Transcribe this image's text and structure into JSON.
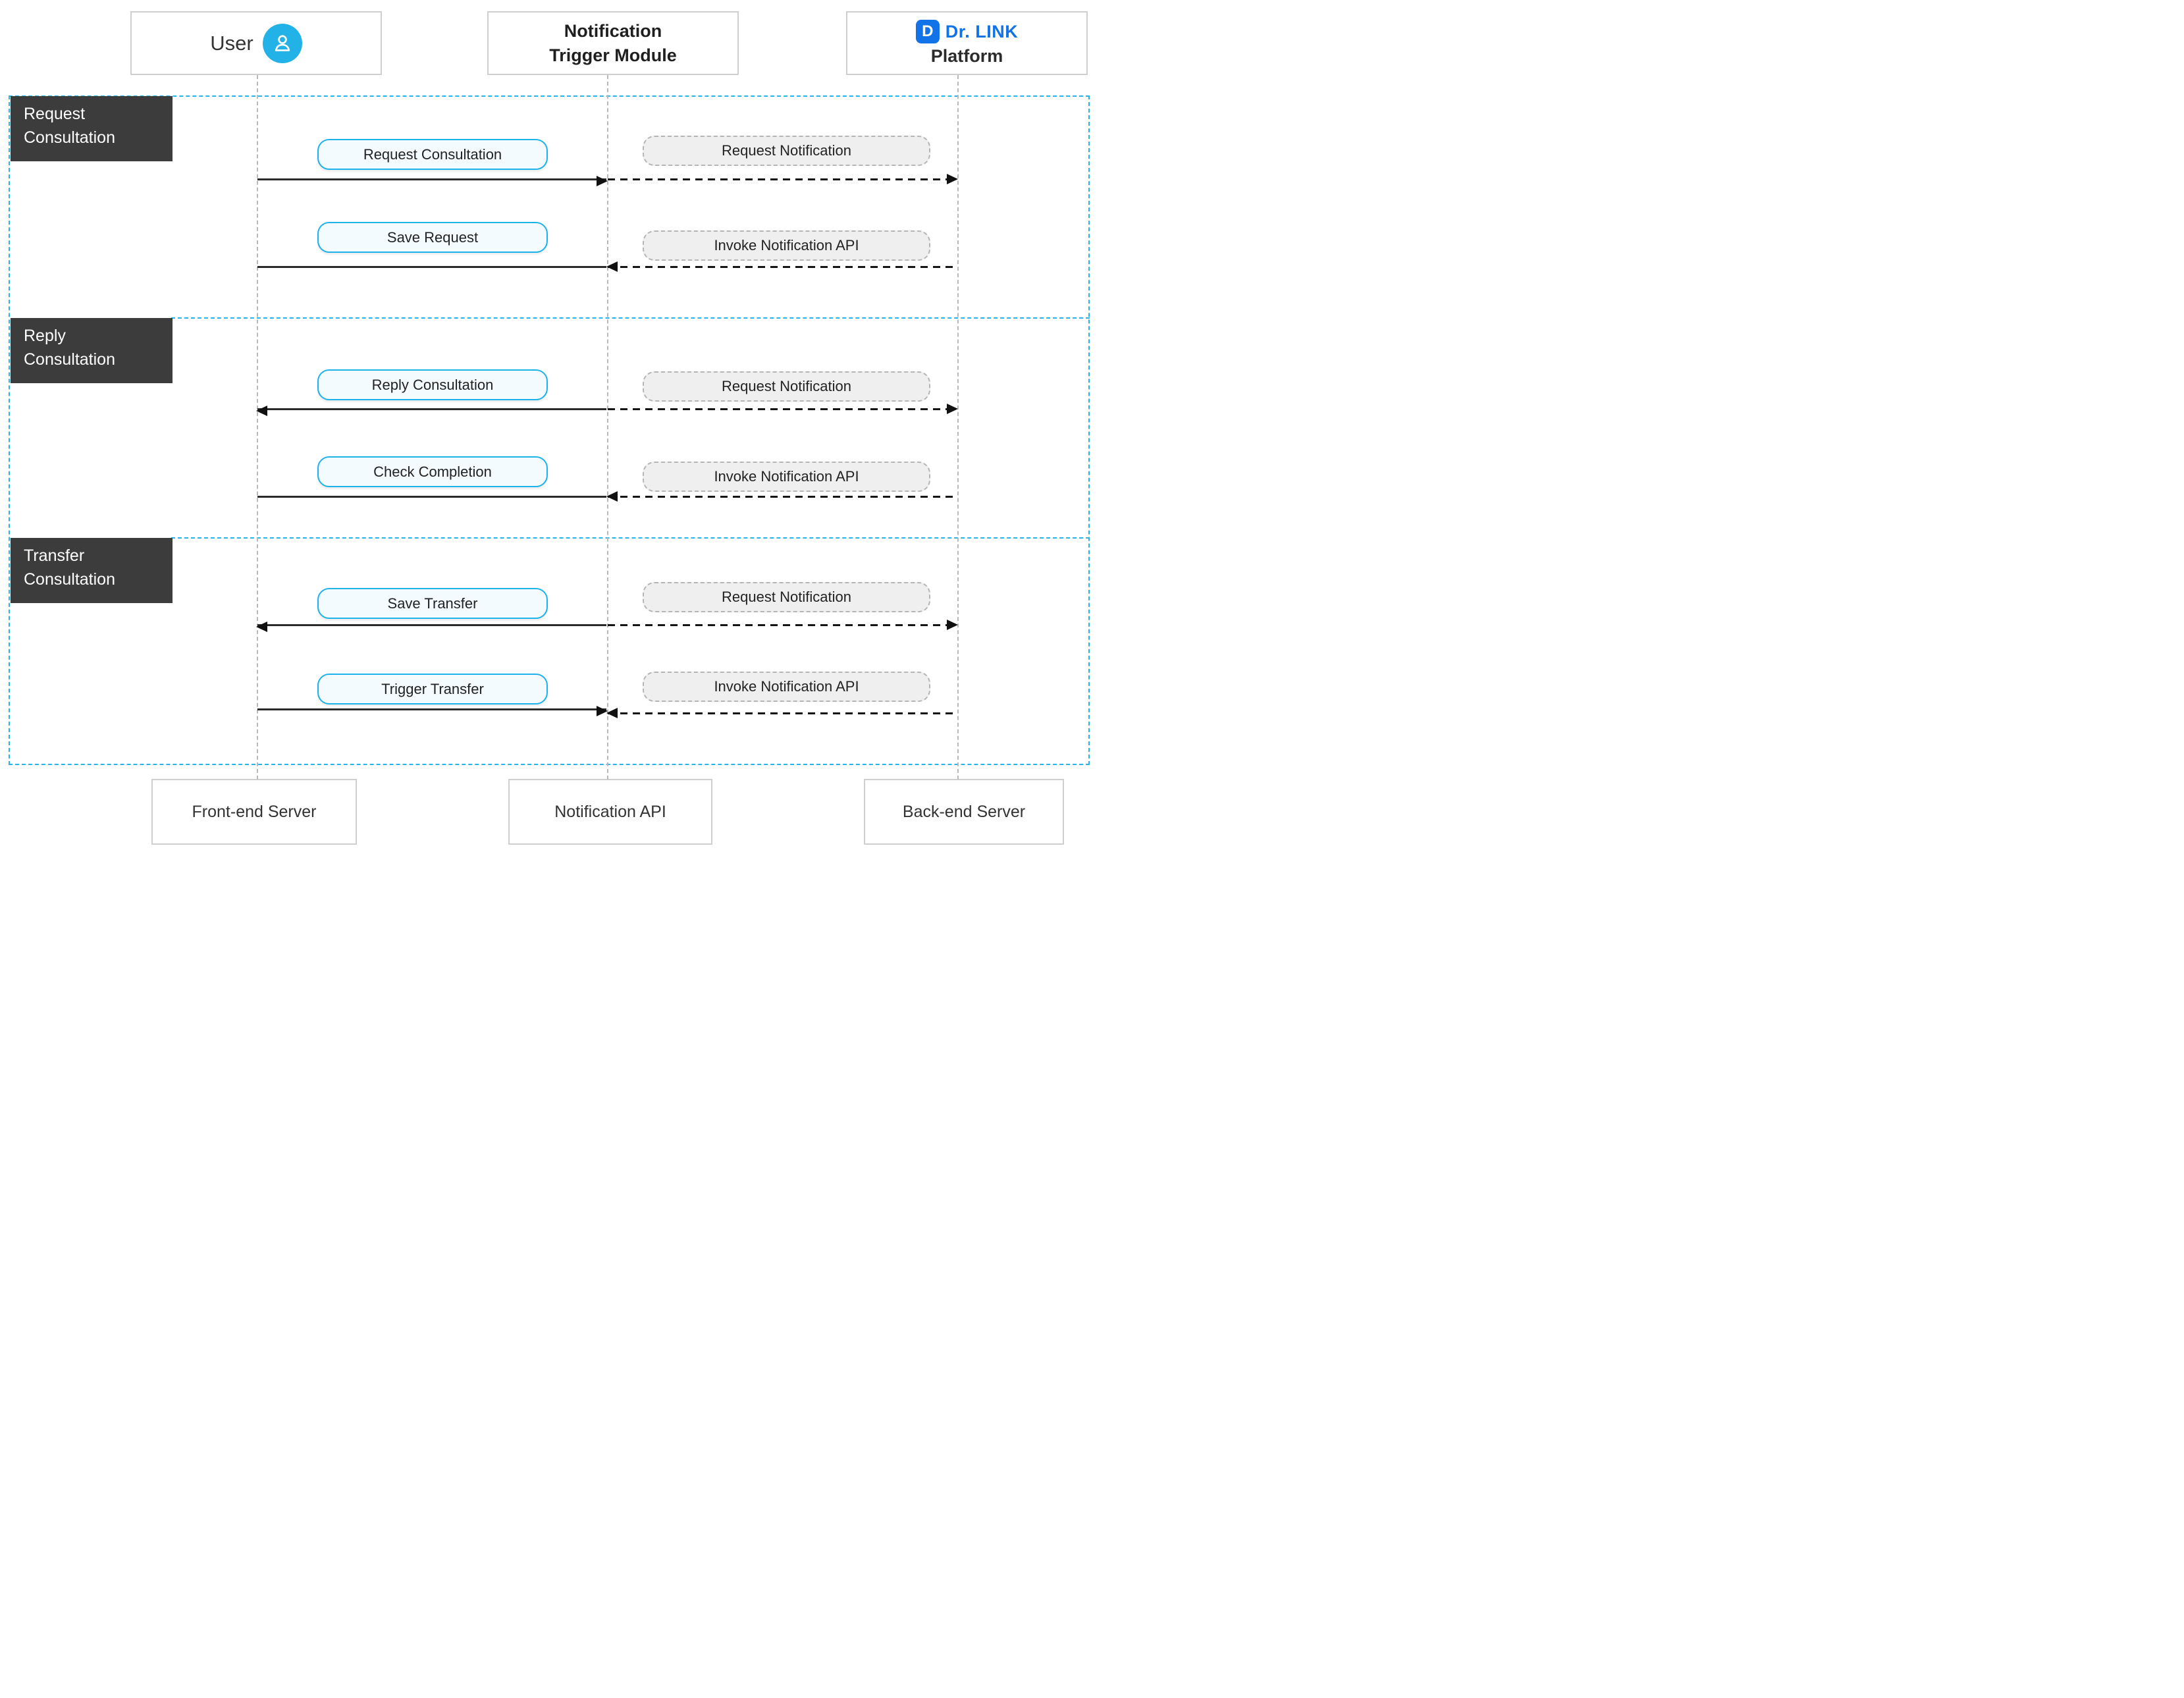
{
  "colors": {
    "accent_cyan": "#1cb2ec",
    "region_border_cyan": "#27b4e9",
    "drlink_blue": "#1273e8",
    "section_box_dark": "#3c3c3c",
    "note_fill_gray": "#efefef"
  },
  "top_actors": {
    "user": {
      "label": "User",
      "icon": "user-icon"
    },
    "trigger_module": {
      "label": "Notification\nTrigger Module"
    },
    "platform": {
      "logo_letter": "D",
      "logo_text": "Dr. LINK",
      "label": "Platform"
    }
  },
  "bottom_actors": {
    "frontend": {
      "label": "Front-end Server"
    },
    "notification_api": {
      "label": "Notification API"
    },
    "backend": {
      "label": "Back-end Server"
    }
  },
  "sections": [
    {
      "label": "Request\nConsultation",
      "rows": [
        {
          "action": "Request Consultation",
          "action_arrow": "solid-right",
          "notification": "Request Notification",
          "notification_arrow": "dashed-right"
        },
        {
          "action": "Save Request",
          "action_arrow": "solid-plain",
          "notification": "Invoke Notification API",
          "notification_arrow": "dashed-left"
        }
      ]
    },
    {
      "label": "Reply\nConsultation",
      "rows": [
        {
          "action": "Reply Consultation",
          "action_arrow": "solid-left",
          "notification": "Request Notification",
          "notification_arrow": "dashed-right"
        },
        {
          "action": "Check Completion",
          "action_arrow": "solid-plain",
          "notification": "Invoke Notification API",
          "notification_arrow": "dashed-left"
        }
      ]
    },
    {
      "label": "Transfer\nConsultation",
      "rows": [
        {
          "action": "Save Transfer",
          "action_arrow": "solid-left",
          "notification": "Request Notification",
          "notification_arrow": "dashed-right"
        },
        {
          "action": "Trigger Transfer",
          "action_arrow": "solid-right",
          "notification": "Invoke Notification API",
          "notification_arrow": "dashed-left"
        }
      ]
    }
  ]
}
